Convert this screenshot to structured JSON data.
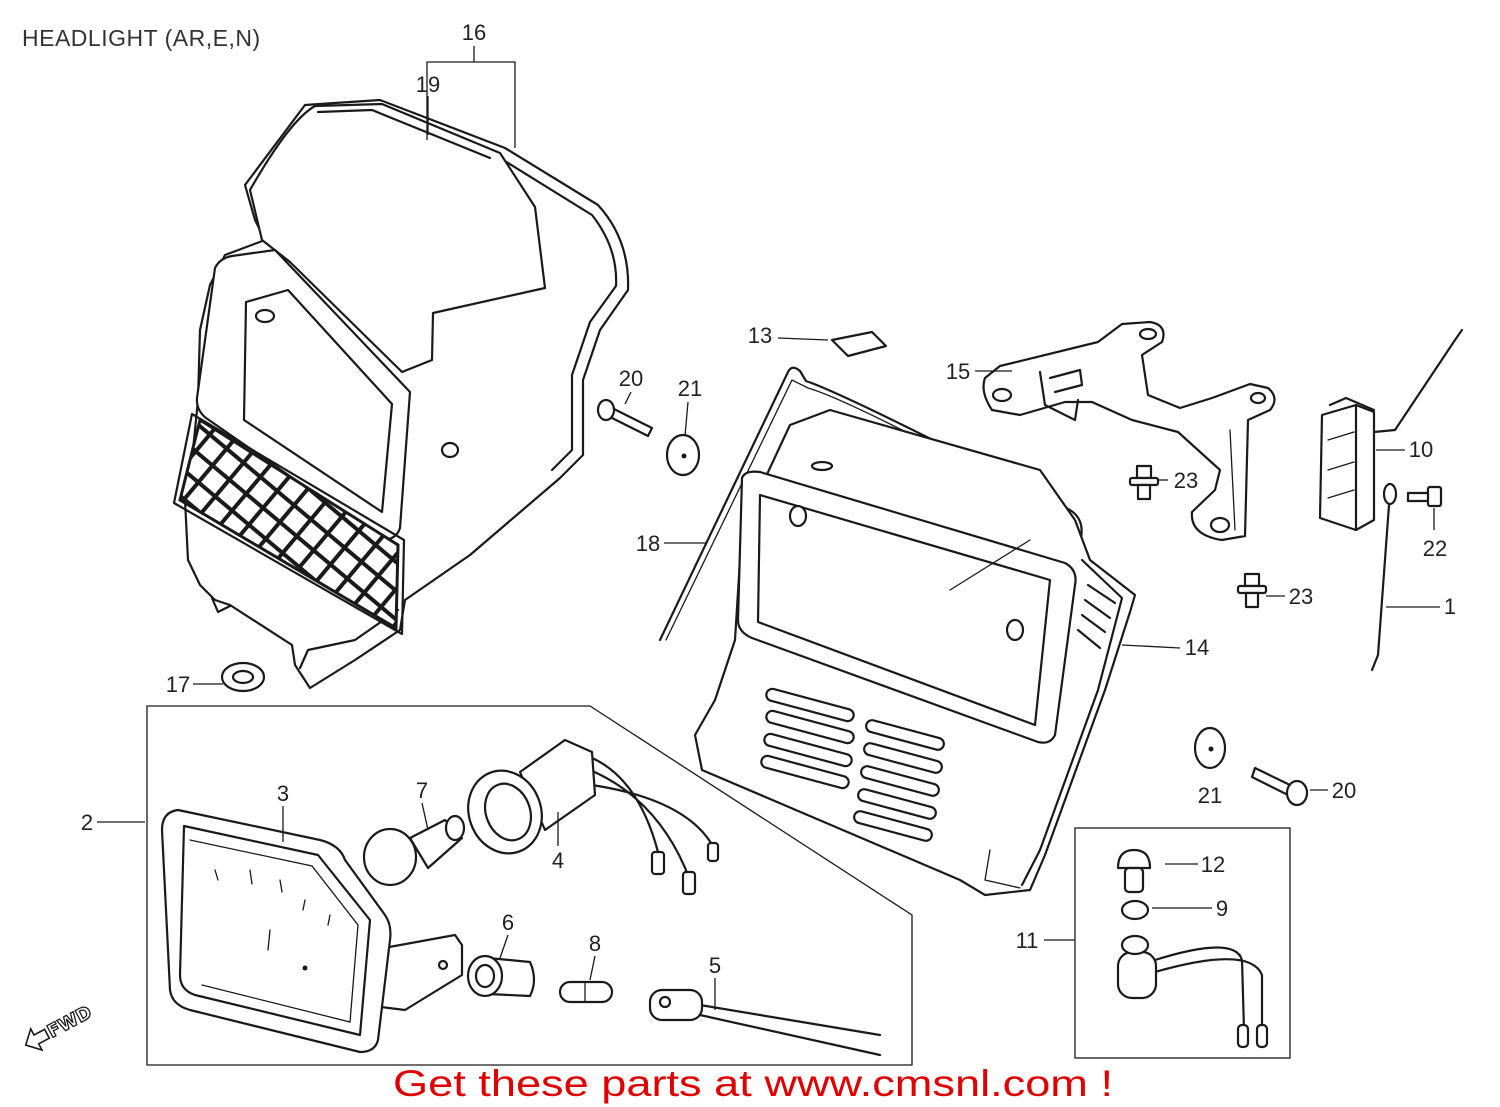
{
  "title": "HEADLIGHT (AR,E,N)",
  "callouts": {
    "c16": "16",
    "c19": "19",
    "c13": "13",
    "c20a": "20",
    "c21a": "21",
    "c15": "15",
    "c10": "10",
    "c23a": "23",
    "c22": "22",
    "c18": "18",
    "c23b": "23",
    "c1": "1",
    "c14": "14",
    "c17": "17",
    "c2": "2",
    "c3": "3",
    "c7": "7",
    "c4": "4",
    "c6": "6",
    "c8": "8",
    "c5": "5",
    "c21b": "21",
    "c20b": "20",
    "c12": "12",
    "c9": "9",
    "c11": "11"
  },
  "fwd_label": "FWD",
  "footer": "Get these parts at www.cmsnl.com !",
  "colors": {
    "line": "#1a1a1a",
    "text": "#222222",
    "footer": "#e00000",
    "background": "#ffffff"
  }
}
